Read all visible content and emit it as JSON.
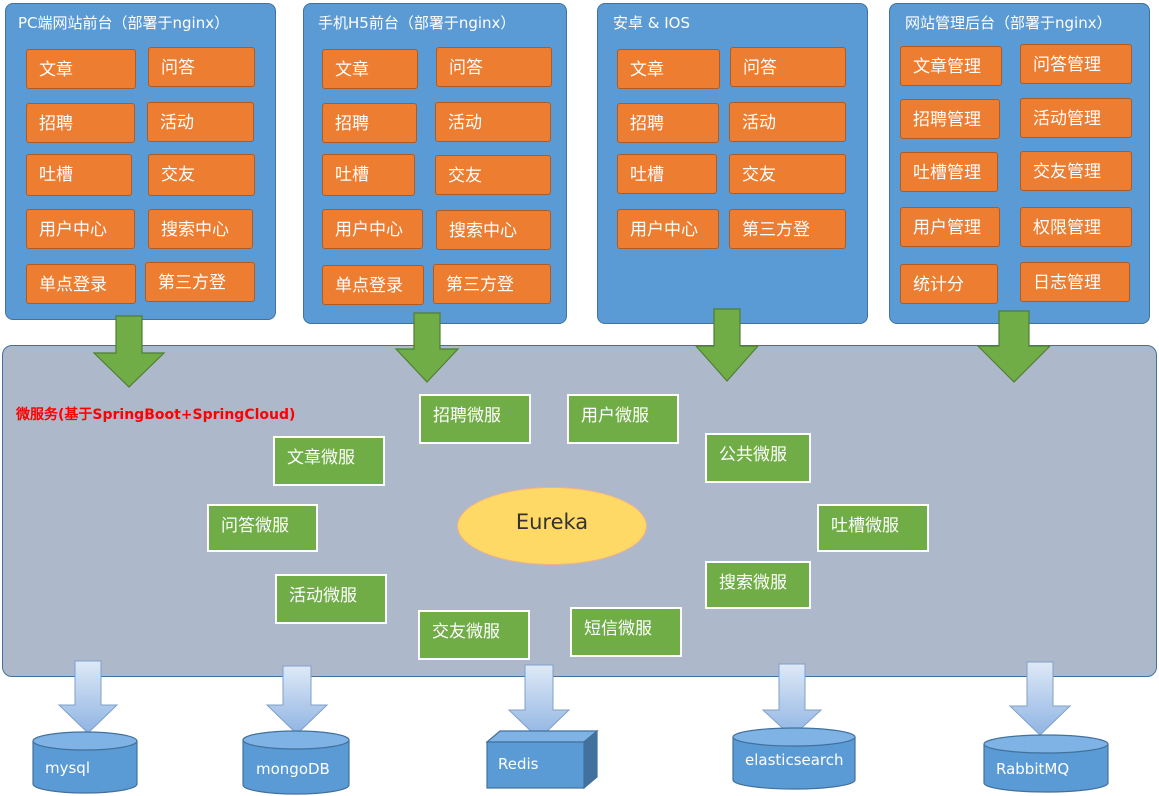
{
  "panels": {
    "pc": {
      "title": "PC端网站前台（部署于nginx）",
      "items": [
        "文章",
        "问答",
        "招聘",
        "活动",
        "吐槽",
        "交友",
        "用户中心",
        "搜索中心",
        "单点登录",
        "第三方登"
      ]
    },
    "h5": {
      "title": "手机H5前台（部署于nginx）",
      "items": [
        "文章",
        "问答",
        "招聘",
        "活动",
        "吐槽",
        "交友",
        "用户中心",
        "搜索中心",
        "单点登录",
        "第三方登"
      ]
    },
    "app": {
      "title": "安卓 & IOS",
      "items": [
        "文章",
        "问答",
        "招聘",
        "活动",
        "吐槽",
        "交友",
        "用户中心",
        "第三方登"
      ]
    },
    "admin": {
      "title": "网站管理后台（部署于nginx）",
      "items": [
        "文章管理",
        "问答管理",
        "招聘管理",
        "活动管理",
        "吐槽管理",
        "交友管理",
        "用户管理",
        "权限管理",
        "统计分",
        "日志管理"
      ]
    }
  },
  "microservices": {
    "title": "微服务(基于SpringBoot+SpringCloud)",
    "center": "Eureka",
    "services": {
      "recruit": "招聘微服",
      "user": "用户微服",
      "article": "文章微服",
      "common": "公共微服",
      "qa": "问答微服",
      "spit": "吐槽微服",
      "activity": "活动微服",
      "search": "搜索微服",
      "friend": "交友微服",
      "sms": "短信微服"
    }
  },
  "storage": [
    "mysql",
    "mongoDB",
    "Redis",
    "elasticsearch",
    "RabbitMQ"
  ],
  "colors": {
    "panel_blue": "#5b9bd5",
    "item_orange": "#ed7d31",
    "service_green": "#70ad47",
    "hub_gray": "#adb9ca",
    "eureka_yellow": "#ffd966",
    "title_red": "#ff0000"
  }
}
